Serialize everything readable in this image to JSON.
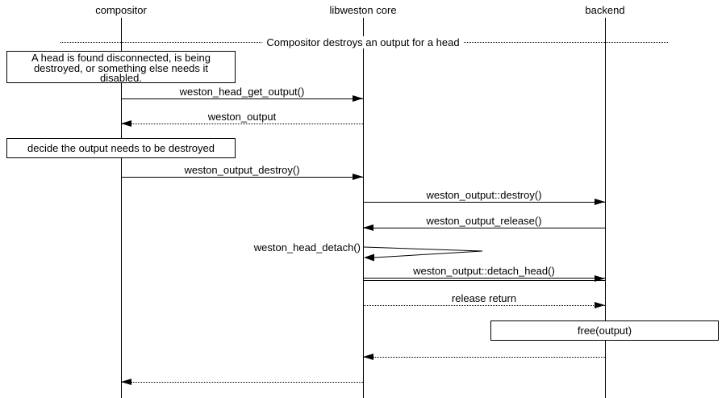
{
  "actors": [
    {
      "label": "compositor"
    },
    {
      "label": "libweston core"
    },
    {
      "label": "backend"
    }
  ],
  "divider": {
    "label": "Compositor destroys an output for a head"
  },
  "notes": [
    {
      "text": "A head is found disconnected, is being destroyed, or something else needs it disabled."
    },
    {
      "text": "decide the output needs to be destroyed"
    },
    {
      "text": "free(output)"
    }
  ],
  "messages": [
    {
      "label": "weston_head_get_output()",
      "from": "compositor",
      "to": "libweston core",
      "line": "solid"
    },
    {
      "label": "weston_output",
      "from": "libweston core",
      "to": "compositor",
      "line": "dotted"
    },
    {
      "label": "weston_output_destroy()",
      "from": "compositor",
      "to": "libweston core",
      "line": "solid"
    },
    {
      "label": "weston_output::destroy()",
      "from": "libweston core",
      "to": "backend",
      "line": "solid"
    },
    {
      "label": "weston_output_release()",
      "from": "backend",
      "to": "libweston core",
      "line": "solid"
    },
    {
      "label": "weston_head_detach()",
      "from": "libweston core",
      "to": "libweston core",
      "line": "self"
    },
    {
      "label": "weston_output::detach_head()",
      "from": "libweston core",
      "to": "backend",
      "line": "double"
    },
    {
      "label": "release return",
      "from": "libweston core",
      "to": "backend",
      "line": "dotted"
    },
    {
      "label": "",
      "from": "backend",
      "to": "libweston core",
      "line": "dotted"
    },
    {
      "label": "",
      "from": "libweston core",
      "to": "compositor",
      "line": "dotted"
    }
  ],
  "colors": {
    "ink": "#000000",
    "background": "#ffffff"
  }
}
